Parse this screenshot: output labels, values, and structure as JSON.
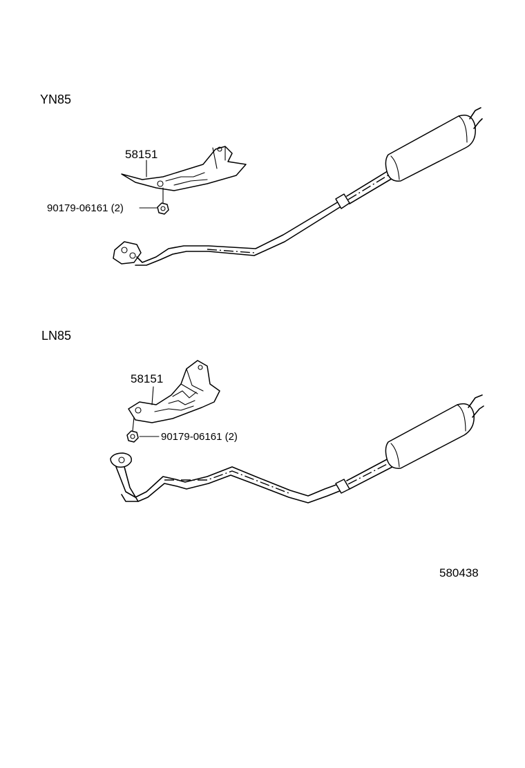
{
  "diagram": {
    "sections": [
      {
        "variant": "YN85",
        "part_number": "58151",
        "fastener": "90179-06161 (2)"
      },
      {
        "variant": "LN85",
        "part_number": "58151",
        "fastener": "90179-06161 (2)"
      }
    ],
    "figure_code": "580438"
  }
}
